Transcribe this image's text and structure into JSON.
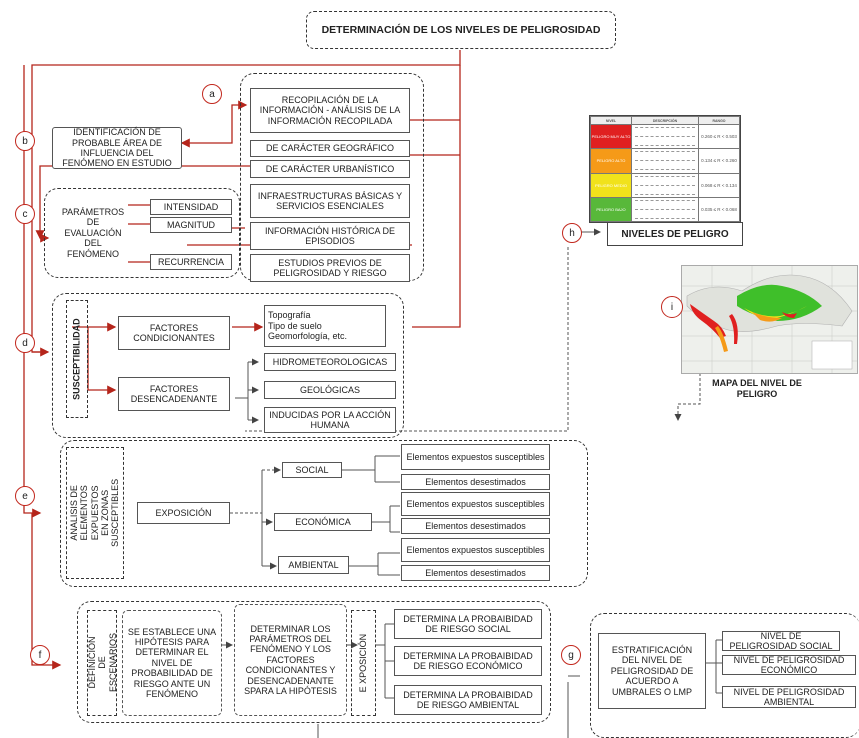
{
  "title": "DETERMINACIÓN DE LOS NIVELES DE PELIGROSIDAD",
  "markers": {
    "a": "a",
    "b": "b",
    "c": "c",
    "d": "d",
    "e": "e",
    "f": "f",
    "g": "g",
    "h": "h",
    "i": "i"
  },
  "info": {
    "recopilacion": "RECOPILACIÓN DE LA INFORMACIÓN - ANÁLISIS DE LA INFORMACIÓN RECOPILADA",
    "geografico": "DE CARÁCTER GEOGRÁFICO",
    "urbanistico": "DE CARÁCTER URBANÍSTICO",
    "infraestructura": "INFRAESTRUCTURAS BÁSICAS Y SERVICIOS ESENCIALES",
    "historica": "INFORMACIÓN HISTÓRICA DE EPISODIOS",
    "estudios": "ESTUDIOS PREVIOS DE PELIGROSIDAD Y RIESGO"
  },
  "identificacion": "IDENTIFICACIÓN DE PROBABLE ÁREA DE INFLUENCIA DEL FENÓMENO EN ESTUDIO",
  "parametros": {
    "label": "PARÁMETROS DE EVALUACIÓN DEL FENÓMENO",
    "intensidad": "INTENSIDAD",
    "magnitud": "MAGNITUD",
    "recurrencia": "RECURRENCIA"
  },
  "susceptibilidad": {
    "label": "SUSCEPTIBILIDAD",
    "condicionantes": "FACTORES CONDICIONANTES",
    "condicionantes_detail": "Topografía\nTipo de suelo\nGeomorfología, etc.",
    "desencadenante": "FACTORES DESENCADENANTE",
    "hidro": "HIDROMETEOROLOGICAS",
    "geologicas": "GEOLÓGICAS",
    "inducidas": "INDUCIDAS POR LA ACCIÓN HUMANA"
  },
  "exposicion": {
    "analisis": "ANALISIS DE ELEMENTOS EXPUESTOS EN ZONAS SUSCEPTIBLES",
    "exposicion": "EXPOSICIÓN",
    "social": "SOCIAL",
    "economica": "ECONÓMICA",
    "ambiental": "AMBIENTAL",
    "expuestos": "Elementos expuestos susceptibles",
    "desestimados": "Elementos desestimados"
  },
  "escenarios": {
    "label": "DEFINICIÓN DE ESCENARIOS",
    "hipotesis": "SE ESTABLECE UNA HIPÓTESIS PARA DETERMINAR EL NIVEL DE PROBABILIDAD DE RIESGO ANTE UN FENÓMENO",
    "determinar": "DETERMINAR LOS PARÁMETROS DEL FENÓMENO Y LOS FACTORES CONDICIONANTES Y DESENCADENANTE SPARA LA HIPÓTESIS",
    "e_exposicion": "E XPOSICIÓN",
    "prob_social": "DETERMINA LA PROBAIBIDAD DE RIESGO SOCIAL",
    "prob_economico": "DETERMINA LA PROBAIBIDAD DE RIESGO ECONÓMICO",
    "prob_ambiental": "DETERMINA LA PROBAIBIDAD DE RIESGO AMBIENTAL"
  },
  "estratificacion": {
    "label": "ESTRATIFICACIÓN DEL NIVEL DE PELIGROSIDAD DE ACUERDO A UMBRALES O LMP",
    "social": "NIVEL DE PELIGROSIDAD SOCIAL",
    "economico": "NIVEL DE PELIGROSIDAD ECONÓMICO",
    "ambiental": "NIVEL DE PELIGROSIDAD AMBIENTAL"
  },
  "niveles_peligro": "NIVELES DE PELIGRO",
  "mapa": "MAPA DEL NIVEL DE PELIGRO",
  "legend": {
    "headers": [
      "NIVEL",
      "DESCRIPCIÓN",
      "RANGO"
    ],
    "rows": [
      {
        "nivel": "PELIGRO MUY ALTO",
        "rango": "0.260 ≤ R < 0.503",
        "color": "#e02020"
      },
      {
        "nivel": "PELIGRO ALTO",
        "rango": "0.134 ≤ R < 0.260",
        "color": "#f59a18"
      },
      {
        "nivel": "PELIGRO MEDIO",
        "rango": "0.068 ≤ R < 0.134",
        "color": "#f1e21b"
      },
      {
        "nivel": "PELIGRO BAJO",
        "rango": "0.035 ≤ R < 0.068",
        "color": "#58b83a"
      }
    ]
  },
  "colors": {
    "red_line": "#b5251b",
    "arrow": "#555555"
  }
}
